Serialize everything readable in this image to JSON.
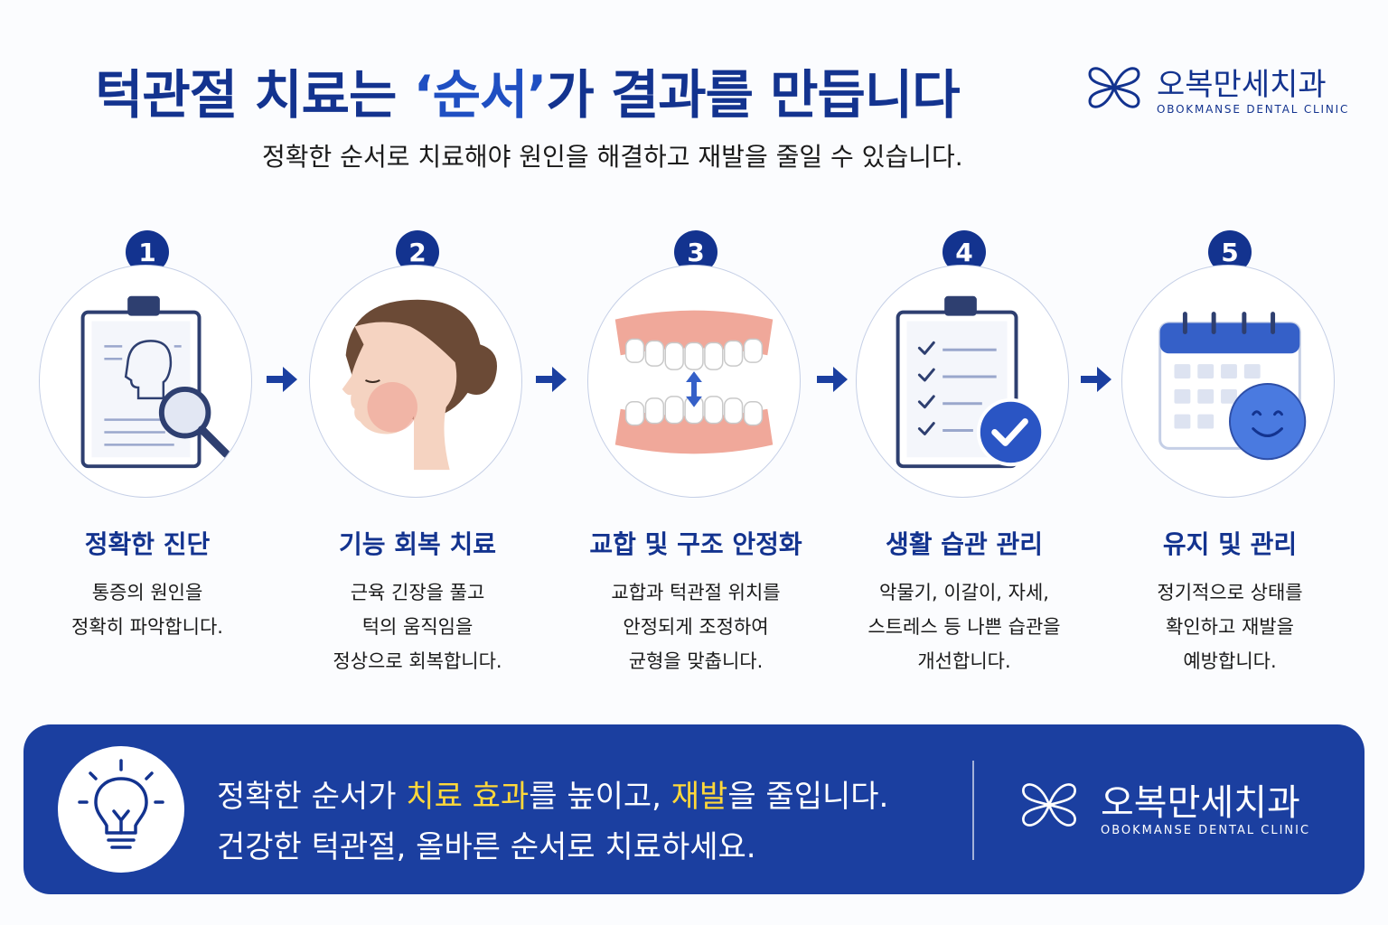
{
  "header": {
    "title_before": "턱관절 치료는 ",
    "title_accent": "‘순서’",
    "title_after": "가 결과를 만듭니다",
    "subtitle": "정확한 순서로 치료해야 원인을 해결하고 재발을 줄일 수 있습니다."
  },
  "brand": {
    "name": "오복만세치과",
    "english": "OBOKMANSE DENTAL CLINIC",
    "color": "#13338f",
    "logo_icon": "butterfly-flower-icon"
  },
  "steps": [
    {
      "number": "1",
      "title": "정확한 진단",
      "icon": "clipboard-magnifier-icon",
      "lines": [
        "통증의 원인을",
        "정확히 파악합니다."
      ]
    },
    {
      "number": "2",
      "title": "기능 회복 치료",
      "icon": "face-profile-icon",
      "lines": [
        "근육 긴장을 풀고",
        "턱의 움직임을",
        "정상으로 회복합니다."
      ]
    },
    {
      "number": "3",
      "title": "교합 및 구조 안정화",
      "icon": "teeth-occlusion-icon",
      "lines": [
        "교합과 턱관절 위치를",
        "안정되게 조정하여",
        "균형을 맞춥니다."
      ]
    },
    {
      "number": "4",
      "title": "생활 습관 관리",
      "icon": "checklist-icon",
      "lines": [
        "악물기, 이갈이, 자세,",
        "스트레스 등 나쁜 습관을",
        "개선합니다."
      ]
    },
    {
      "number": "5",
      "title": "유지 및 관리",
      "icon": "calendar-smile-icon",
      "lines": [
        "정기적으로 상태를",
        "확인하고 재발을",
        "예방합니다."
      ]
    }
  ],
  "banner": {
    "line1_a": "정확한 순서가 ",
    "line1_hl1": "치료 효과",
    "line1_b": "를 높이고, ",
    "line1_hl2": "재발",
    "line1_c": "을 줄입니다.",
    "line2": "건강한 턱관절, 올바른 순서로 치료하세요.",
    "highlight_color": "#ffd83a",
    "background_color": "#1b3fa0",
    "icon": "lightbulb-icon"
  }
}
